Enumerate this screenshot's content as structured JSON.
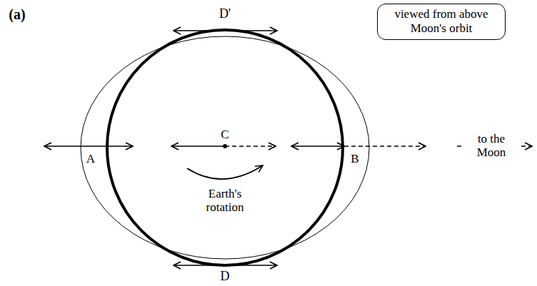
{
  "diagram": {
    "nodes": [
      {
        "text": [
          "viewed from above Moon's orbit"
        ]
      }
    ],
    "labels": [
      "(a)",
      "D'",
      "C",
      "A",
      "B",
      "to the Moon",
      "Earth's rotation",
      "D"
    ]
  }
}
